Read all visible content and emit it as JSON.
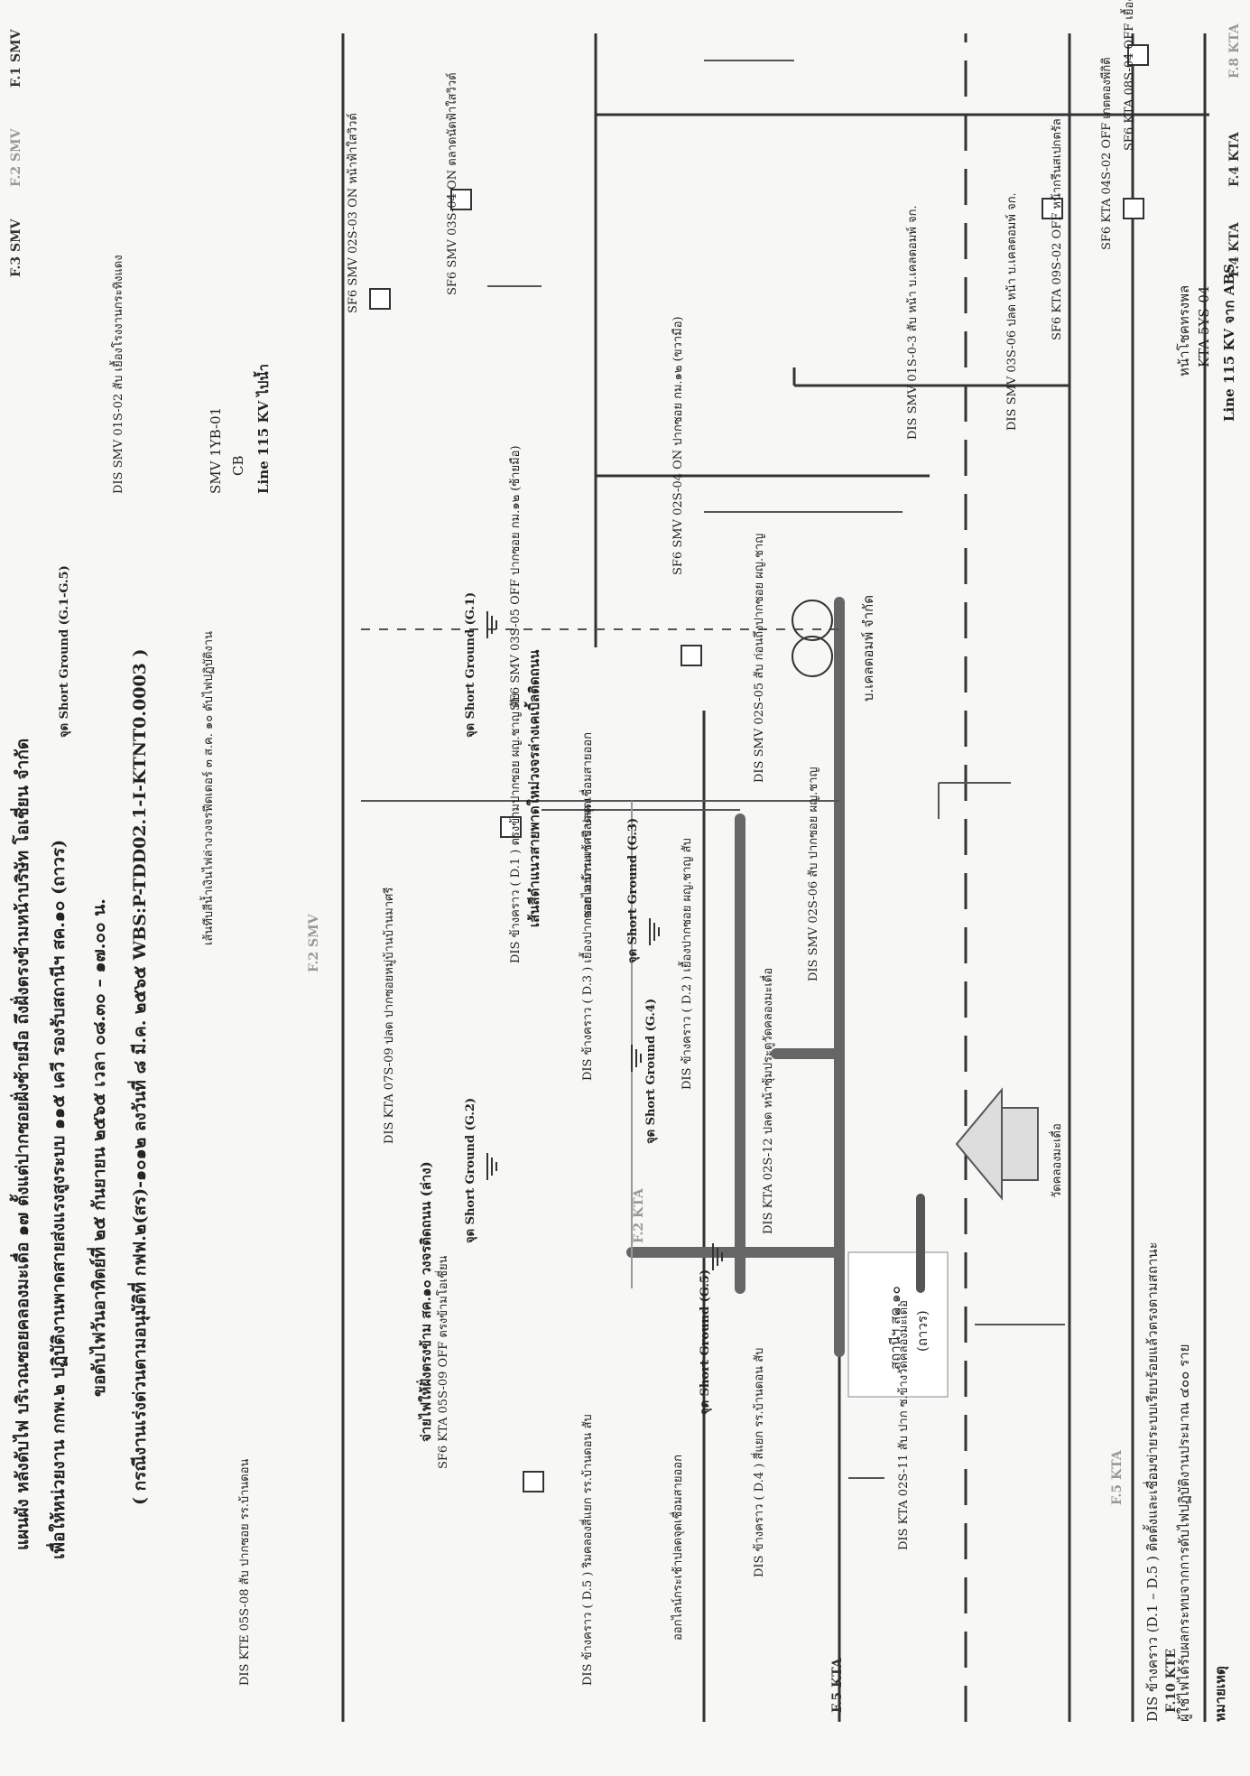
{
  "header": {
    "line1": "แผนผัง หลังดับไฟ บริเวณซอยคลองมะเดื่อ ๑๗ ตั้งแต่ปากซอยฝั่งซ้ายมือ ถึงฝั่งตรงข้ามหน้าบริษัท โอเชี่ยน จำกัด",
    "line2": "เพื่อให้หน่วยงาน กกพ.๒ ปฏิบัติงานพาดสายส่งแรงสูงระบบ ๑๑๕ เควี รองรับสถานีฯ สค.๑๐ (ถาวร)",
    "line3": "ขอดับไฟวันอาทิตย์ที่ ๒๕ กันยายน ๒๕๖๕ เวลา ๐๘.๓๐ – ๑๗.๐๐ น.",
    "line4": "( กรณีงานเร่งด่วนตามอนุมัติที่ กฟฟ.๒(สร)-๑๐๑๒ ลงวันที่ ๘ มี.ค. ๒๕๖๕ WBS:P-TDD02.1-I-KTNT0.0003 )"
  },
  "feeders": {
    "f10_kte": "F.10 KTE",
    "f5_kta": "F.5 KTA",
    "f5_kta_b": "F.5 KTA",
    "f2_kta": "F.2 KTA",
    "f2_smv": "F.2 SMV",
    "f8_kta": "F.8 KTA",
    "f4_kta_a": "F.4 KTA",
    "f4_kta_b": "F.4 KTA",
    "f1_smv": "F.1 SMV",
    "f2_smv_b": "F.2 SMV",
    "f3_smv": "F.3 SMV"
  },
  "line115": {
    "left_title": "Line 115 KV จาก ABS",
    "left_id": "KTA 5YS-04",
    "left_loc": "หน้าโชคทรงพล",
    "right_title": "Line 115 KV ไปน้ำ",
    "right_cb": "CB",
    "right_id": "SMV 1YB-01"
  },
  "switches": {
    "kta08": {
      "type": "SF6",
      "id": "KTA 08S-04",
      "state": "OFF",
      "loc": "เยื้องโตโยต้าพีวีวี"
    },
    "kta04": {
      "type": "SF6",
      "id": "KTA 04S-02",
      "state": "OFF",
      "loc": "เกตตองพีกิติ"
    },
    "kta09": {
      "type": "SF6",
      "id": "KTA 09S-02",
      "state": "OFF",
      "loc": "หน้ากรีนสเปกตรัล"
    },
    "smv03_06": {
      "type": "DIS",
      "id": "SMV 03S-06",
      "state": "ปลด",
      "loc": "หน้า บ.เคลตอมพ์ จก."
    },
    "smv01_03": {
      "type": "DIS",
      "id": "SMV 01S-0-3",
      "state": "สับ",
      "loc": "หน้า บ.เคลตอมพ์ จก."
    },
    "smv02_04": {
      "type": "SF6",
      "id": "SMV 02S-04",
      "state": "ON",
      "loc": "ปากซอย กม.๑๒ (ขวามือ)"
    },
    "smv03_05": {
      "type": "SF6",
      "id": "SMV 03S-05",
      "state": "OFF",
      "loc": "ปากซอย กม.๑๒ (ซ้ายมือ)"
    },
    "smv03_04": {
      "type": "SF6",
      "id": "SMV 03S-04",
      "state": "ON",
      "loc": "ตลาดนัดฟ้าใสวิวต์"
    },
    "smv02_03": {
      "type": "SF6",
      "id": "SMV 02S-03",
      "state": "ON",
      "loc": "หน้าฟ้าใสวิวต์"
    },
    "smv01_02": {
      "type": "DIS",
      "id": "SMV 01S-02",
      "state": "สับ",
      "loc": "เยื้องโรงงานกระทิงแดง"
    },
    "smv02_05": {
      "type": "DIS",
      "id": "SMV 02S-05",
      "state": "สับ",
      "loc": "ก่อนถึงปากซอย ผญ.ชาญ"
    },
    "smv02_06": {
      "type": "DIS",
      "id": "SMV 02S-06",
      "state": "สับ",
      "loc": "ปากซอย ผญ.ชาญ"
    },
    "kta02_12": {
      "type": "DIS",
      "id": "KTA 02S-12",
      "state": "ปลด",
      "loc": "หน้าซุ้มประตูวัดคลองมะเดื่อ"
    },
    "kta02_11": {
      "type": "DIS",
      "id": "KTA 02S-11",
      "state": "สับ",
      "loc": "ปาก ซ.ข้างวัดคลองมะเดื่อ"
    },
    "kta05_09": {
      "type": "SF6",
      "id": "KTA 05S-09",
      "state": "OFF",
      "loc": "ตรงข้ามโอเชี่ยน"
    },
    "kta07_09": {
      "type": "DIS",
      "id": "KTA 07S-09",
      "state": "ปลด",
      "loc": "ปากซอยหมู่บ้านบ้านมาศรี"
    },
    "kte05_08": {
      "type": "DIS",
      "id": "KTE 05S-08",
      "state": "สับ",
      "loc": "ปากซอย รร.บ้านดอน"
    }
  },
  "jumpers": {
    "d1": {
      "name": "DIS ข้างคราว ( D.1 )",
      "loc": "ตรงข้ามปากซอย ผญ.ชาญ",
      "state": "สับ"
    },
    "d2": {
      "name": "DIS ข้างคราว ( D.2 )",
      "loc": "เยื้องปากซอย ผญ.ชาญ",
      "state": "สับ"
    },
    "d3": {
      "name": "DIS ข้างคราว ( D.3 )",
      "loc": "เยื้องปากซอย ม.บ้านมาศรี",
      "state": "ปลด"
    },
    "d4": {
      "name": "DIS ข้างคราว ( D.4 )",
      "loc": "สี่แยก รร.บ้านดอน",
      "state": "สับ"
    },
    "d5": {
      "name": "DIS ข้างคราว ( D.5 )",
      "loc": "ริมคลองสี่แยก รร.บ้านดอน",
      "state": "สับ"
    }
  },
  "grounds": {
    "g1": "จุด Short Ground (G.1)",
    "g2": "จุด Short Ground (G.2)",
    "g3": "จุด Short Ground (G.3)",
    "g4": "จุด Short Ground (G.4)",
    "g5": "จุด Short Ground (G.5)"
  },
  "annotations": {
    "transformer": "บ.เคลตอมพ์ จำกัด",
    "station_label": "สถานีฯ สค.๑๐",
    "station_sub": "(ถาวร)",
    "temple": "วัดคลองมะเดื่อ",
    "open_cut_top": "ออกไลน์กระเช้าปลดจุดเชื่อมสายออก",
    "open_cut_bottom": "ออกไลน์กระเช้าปลดจุดเชื่อมสายออก",
    "overhead_route": "เส้นสีดำแนวสายพาดใหม่วงจรล่างเคเบิ้ลติดถนน",
    "supply_note": "จ่ายไฟให้ฝั่งตรงข้าม สค.๑๐ วงจรติดถนน (ล่าง)",
    "pole_note": "เส้นทึบสีน้ำเงินไฟล่างวงจรฟีดเดอร์ ๓ ส.ค. ๑๐ ดับไฟปฏิบัติงาน"
  },
  "notes": {
    "heading": "หมายเหตุ",
    "n1": "ผู้ใช้ไฟได้รับผลกระทบจากการดับไฟปฏิบัติงานประมาณ ๔๐๐ ราย",
    "n2": "DIS ข้างคราว (D.1 – D.5 ) ติดตั้งและเชื่อมข่ายระบบเรียบร้อยแล้วตรงตามสถานะ",
    "legend_ground": "จุด Short Ground (G.1-G.5)"
  }
}
